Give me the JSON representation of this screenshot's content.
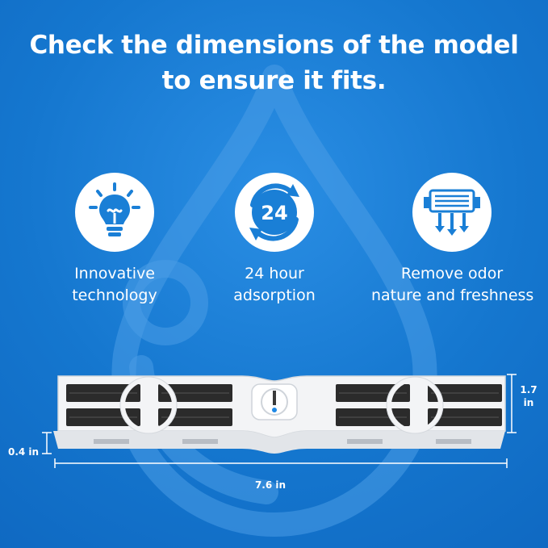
{
  "headline": {
    "line1": "Check the dimensions of the model",
    "line2": "to ensure it fits."
  },
  "features": [
    {
      "icon": "lightbulb-icon",
      "line1": "Innovative",
      "line2": "technology"
    },
    {
      "icon": "24-hour-cycle-icon",
      "badge": "24",
      "line1": "24 hour",
      "line2": "adsorption"
    },
    {
      "icon": "air-filter-icon",
      "line1": "Remove odor",
      "line2": "nature and freshness"
    }
  ],
  "dimensions": {
    "height_value": "1.7",
    "height_unit": "in",
    "depth": "0.4 in",
    "width": "7.6 in"
  },
  "colors": {
    "background": "#1577cf",
    "icon_blue": "#1a7fd6",
    "text": "#ffffff"
  }
}
